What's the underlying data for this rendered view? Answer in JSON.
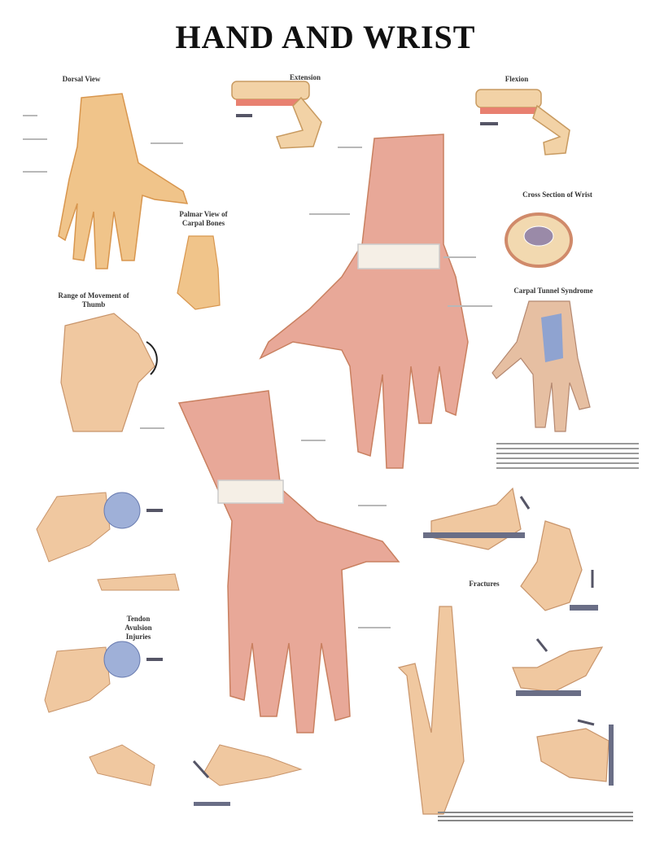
{
  "title": "HAND AND WRIST",
  "sections": {
    "dorsal_view": "Dorsal View",
    "extension": "Extension",
    "flexion": "Flexion",
    "palmar_carpal": "Palmar View of Carpal Bones",
    "cross_section": "Cross Section of Wrist",
    "carpal_tunnel": "Carpal Tunnel Syndrome",
    "thumb_range": "Range of Movement of Thumb",
    "fractures": "Fractures",
    "tendon_avulsion": "Tendon Avulsion Injuries"
  },
  "colors": {
    "bone": "#f0c48a",
    "muscle": "#e8a090",
    "tendon": "#f5efe6",
    "surface": "#6a6e86",
    "ball": "#9fb0d8"
  }
}
